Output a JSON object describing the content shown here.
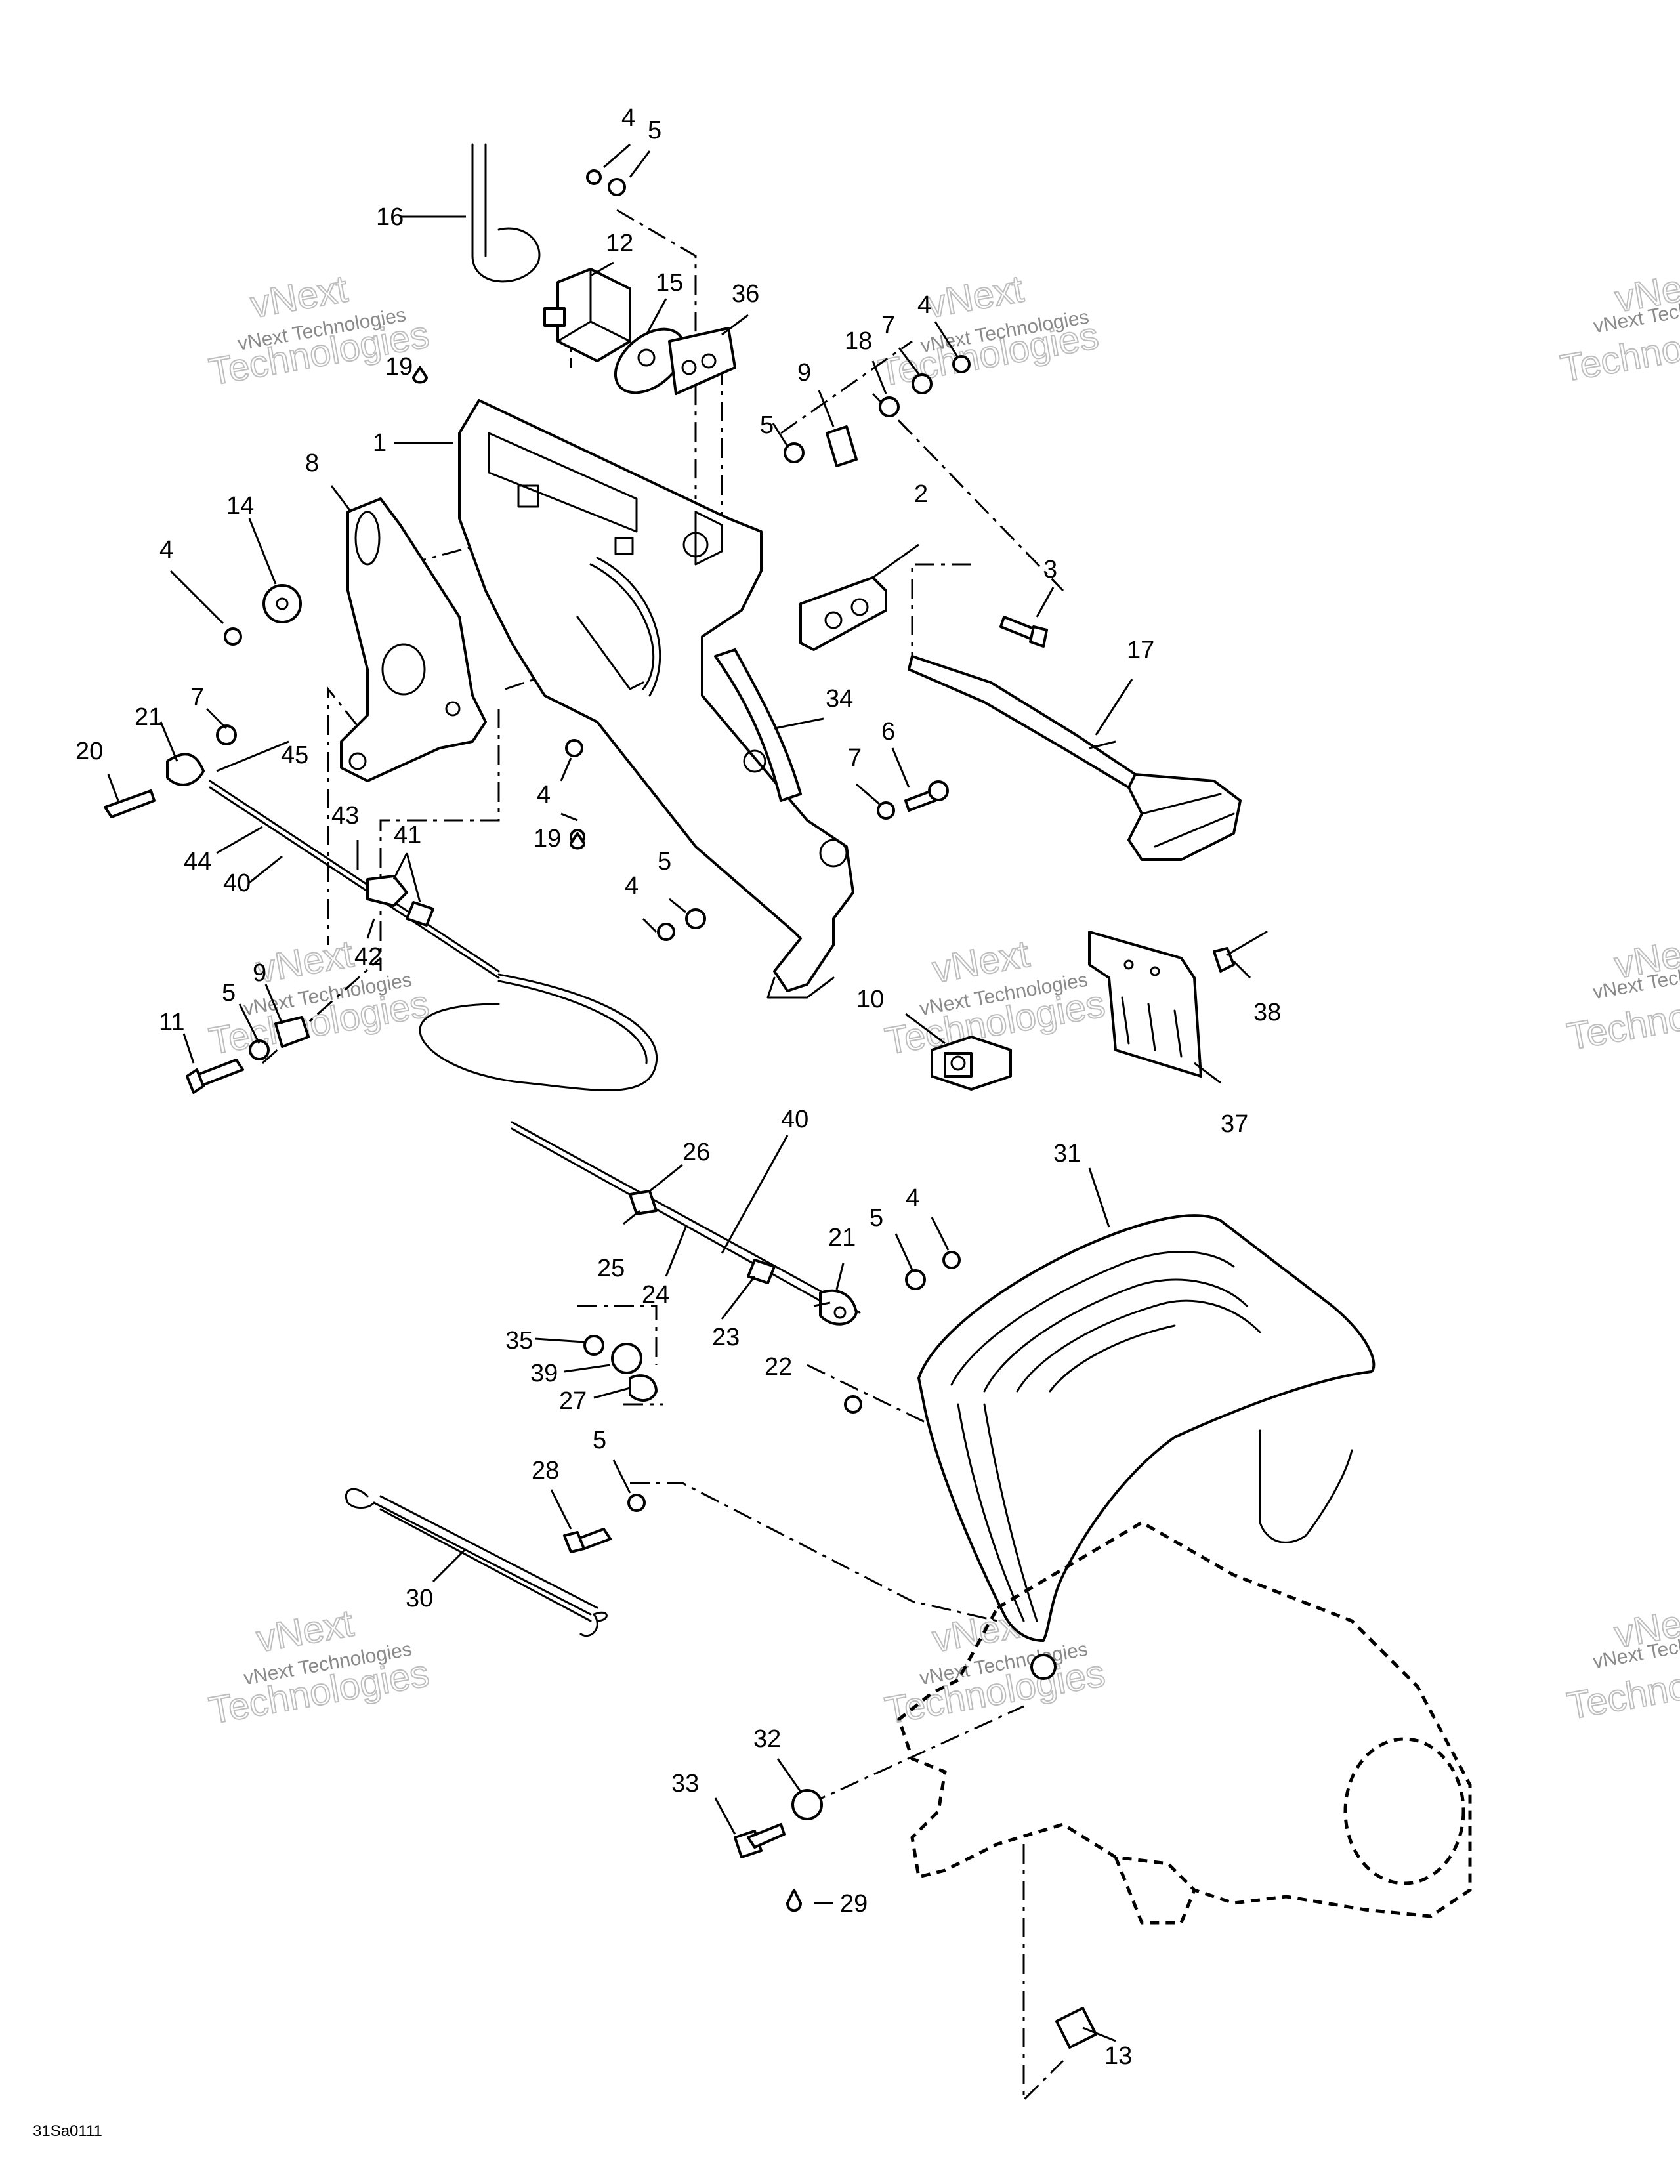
{
  "diagram": {
    "drawing_code": "31Sa0111",
    "watermark_line1": "vNext Technologies",
    "watermark_line2": "vNext",
    "watermark_line3": "Technologies",
    "callouts": [
      "1",
      "2",
      "3",
      "4",
      "5",
      "6",
      "7",
      "8",
      "9",
      "10",
      "11",
      "12",
      "13",
      "14",
      "15",
      "16",
      "17",
      "18",
      "19",
      "20",
      "21",
      "22",
      "23",
      "24",
      "25",
      "26",
      "27",
      "28",
      "29",
      "30",
      "31",
      "32",
      "33",
      "34",
      "35",
      "36",
      "37",
      "38",
      "39",
      "40",
      "41",
      "42",
      "43",
      "44",
      "45"
    ]
  }
}
